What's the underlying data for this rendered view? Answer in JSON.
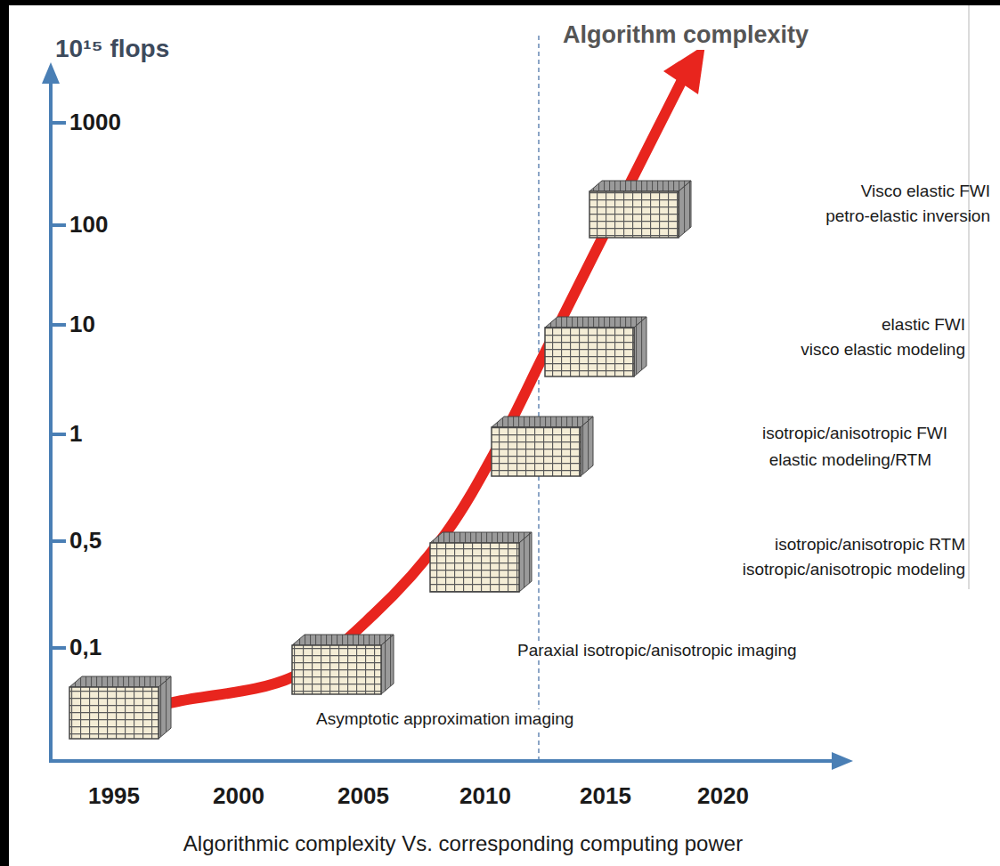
{
  "diagram": {
    "title": "Algorithm complexity",
    "caption": "Algorithmic complexity Vs. corresponding computing power",
    "labels": [
      "10¹⁵ flops",
      "1000",
      "100",
      "10",
      "1",
      "0,5",
      "0,1",
      "1995",
      "2000",
      "2005",
      "2010",
      "2015",
      "2020",
      "Visco elastic FWI",
      "petro-elastic inversion",
      "elastic FWI",
      "visco elastic modeling",
      "isotropic/anisotropic FWI",
      "elastic modeling/RTM",
      "isotropic/anisotropic RTM",
      "isotropic/anisotropic modeling",
      "Paraxial isotropic/anisotropic imaging",
      "Asymptotic approximation imaging"
    ]
  }
}
